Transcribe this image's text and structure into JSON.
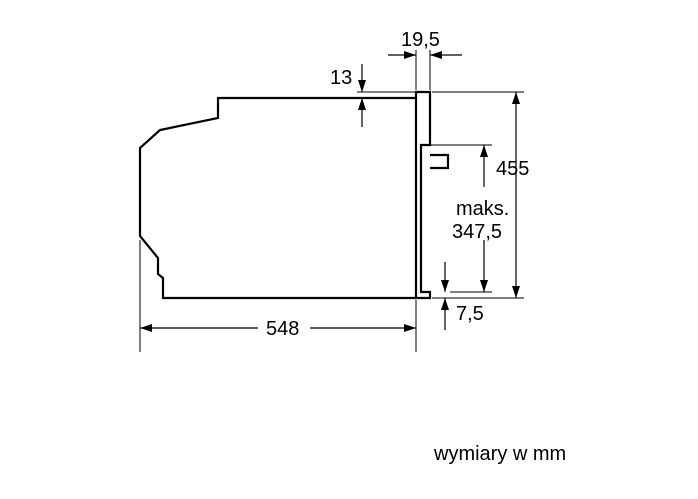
{
  "diagram": {
    "dimensions": {
      "top_gap": "13",
      "panel_thickness": "19,5",
      "total_height": "455",
      "opening_label": "maks.",
      "opening_value": "347,5",
      "bottom_offset": "7,5",
      "depth": "548"
    },
    "units_note": "wymiary w mm"
  }
}
